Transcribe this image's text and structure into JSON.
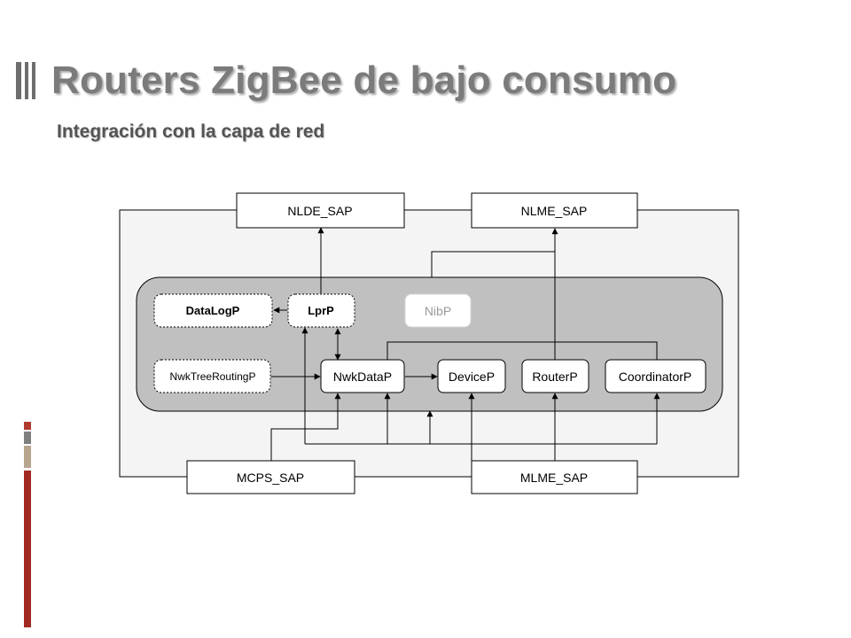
{
  "slide": {
    "title": "Routers ZigBee de bajo consumo",
    "subtitle": "Integración con la capa de red"
  },
  "diagram": {
    "sap_boxes": {
      "nlde": "NLDE_SAP",
      "nlme": "NLME_SAP",
      "mcps": "MCPS_SAP",
      "mlme": "MLME_SAP"
    },
    "components": {
      "datalog": "DataLogP",
      "lpr": "LprP",
      "nib": "NibP",
      "nwktree": "NwkTreeRoutingP",
      "nwkdata": "NwkDataP",
      "device": "DeviceP",
      "router": "RouterP",
      "coordinator": "CoordinatorP"
    }
  }
}
